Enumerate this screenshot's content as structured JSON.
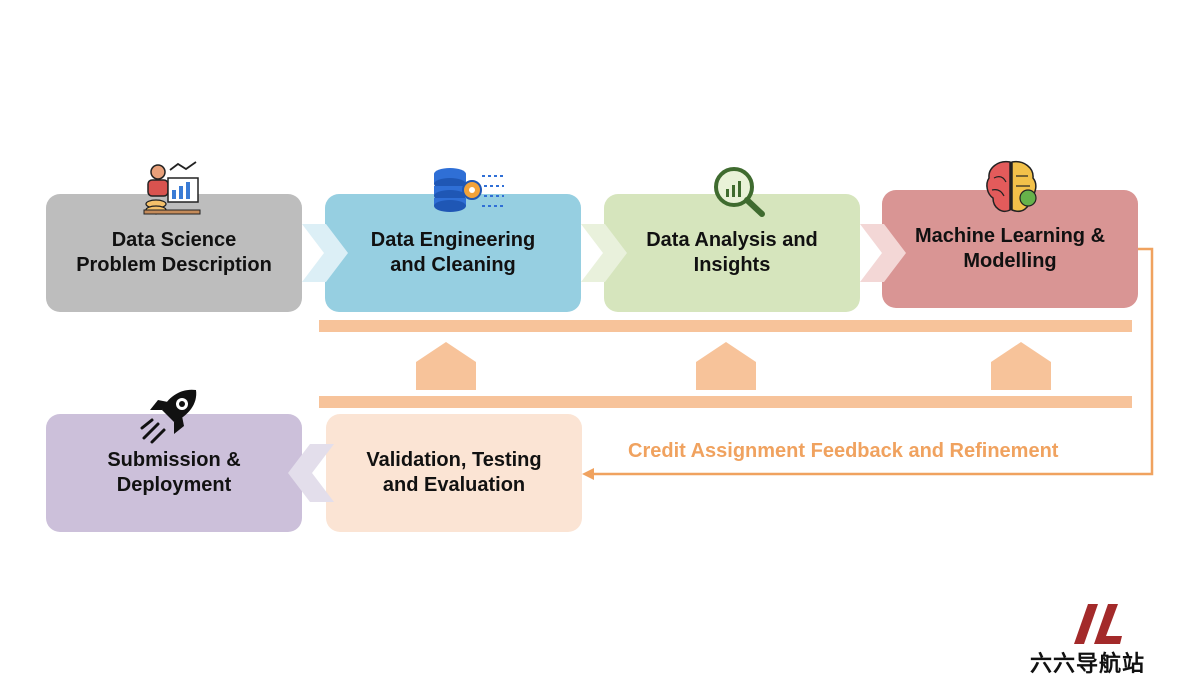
{
  "stages": [
    {
      "lines": [
        "Data Science",
        "Problem Description"
      ],
      "color": "#bdbdbd",
      "icon": "analyst-icon"
    },
    {
      "lines": [
        "Data Engineering",
        "and Cleaning"
      ],
      "color": "#96cfe1",
      "icon": "database-gear-icon"
    },
    {
      "lines": [
        "Data Analysis and",
        "Insights"
      ],
      "color": "#d6e5bd",
      "icon": "magnifier-chart-icon"
    },
    {
      "lines": [
        "Machine Learning &",
        "Modelling"
      ],
      "color": "#d99594",
      "icon": "brain-icon"
    },
    {
      "lines": [
        "Validation, Testing",
        "and Evaluation"
      ],
      "color": "#fbe4d4",
      "icon": null
    },
    {
      "lines": [
        "Submission &",
        "Deployment"
      ],
      "color": "#ccc0da",
      "icon": "rocket-icon"
    }
  ],
  "feedback": {
    "label": "Credit Assignment Feedback and Refinement",
    "color": "#f0a25f"
  },
  "watermark": {
    "text": "六六导航站",
    "mark": "logo-mark"
  }
}
